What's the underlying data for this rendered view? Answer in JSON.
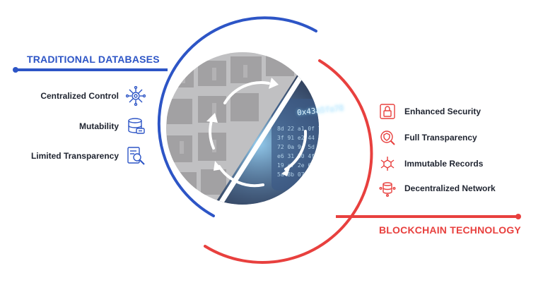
{
  "left": {
    "heading": "TRADITIONAL DATABASES",
    "features": [
      {
        "label": "Centralized Control",
        "icon": "network-gear-icon"
      },
      {
        "label": "Mutability",
        "icon": "database-icon"
      },
      {
        "label": "Limited Transparency",
        "icon": "document-search-icon"
      }
    ]
  },
  "right": {
    "heading": "BLOCKCHAIN TECHNOLOGY",
    "features": [
      {
        "label": "Enhanced Security",
        "icon": "padlock-icon"
      },
      {
        "label": "Full Transparency",
        "icon": "shield-search-icon"
      },
      {
        "label": "Immutable Records",
        "icon": "cube-network-icon"
      },
      {
        "label": "Decentralized Network",
        "icon": "database-stack-icon"
      }
    ]
  },
  "screen": {
    "hash": "0x43a5fa78"
  },
  "colors": {
    "left_accent": "#2d55c6",
    "right_accent": "#e8403e"
  }
}
